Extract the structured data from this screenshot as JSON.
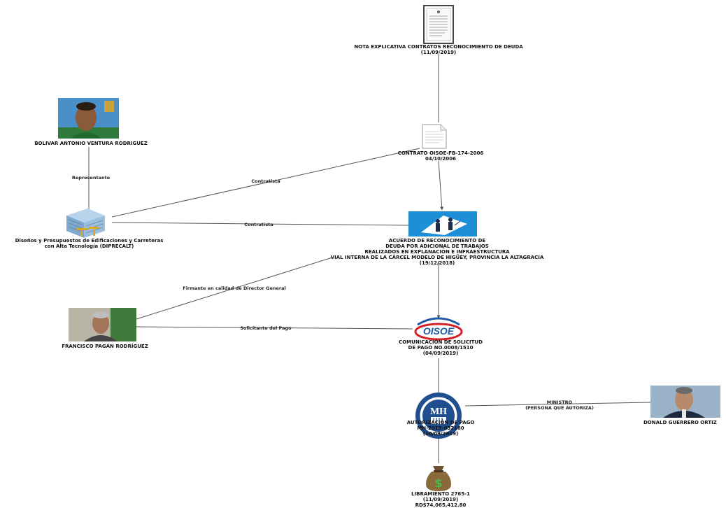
{
  "nodes": {
    "nota": {
      "label": "NOTA EXPLICATIVA CONTRATOS RECONOCIMIENTO DE DEUDA\n(11/09/2019)",
      "icon": "document-icon"
    },
    "contrato": {
      "label": "CONTRATO OISOE-FB-174-2006\n04/10/2006",
      "icon": "document-icon"
    },
    "bolivar": {
      "label": "BOLIVAR ANTONIO VENTURA RODRIGUEZ",
      "icon": "person-photo-icon"
    },
    "diprecalt": {
      "label": "Diseños y Presupuestos de Edificaciones y Carreteras\ncon Alta Tecnología (DIPRECALT)",
      "icon": "building-icon"
    },
    "acuerdo": {
      "label": "ACUERDO DE RECONOCIMIENTO DE\nDEUDA POR ADICIONAL DE TRABAJOS\nREALIZADOS EN EXPLANACIÓN E INFRAESTRUCTURA\nVIAL INTERNA DE LA CÁRCEL MODELO DE HIGÜEY, PROVINCIA LA ALTAGRACIA\n(19/12/2018)",
      "icon": "agreement-icon"
    },
    "francisco": {
      "label": "FRANCISCO PAGÁN RODRÍGUEZ",
      "icon": "person-photo-icon"
    },
    "oisoe": {
      "label": "COMUNICACIÓN DE SOLICITUD\nDE PAGO NO.0008/1510\n(04/09/2019)",
      "icon": "oisoe-logo-icon",
      "logo_text": "OISOE"
    },
    "autorizacion": {
      "label": "AUTORIZACIÓN DE PAGO\nMH-2019-032180\n(10/09/2019)",
      "icon": "mh-seal-icon",
      "logo_text": "MH"
    },
    "donald": {
      "label": "DONALD GUERRERO ORTIZ",
      "icon": "person-photo-icon"
    },
    "libramiento": {
      "label": "LIBRAMIENTO 2765-1\n(11/09/2019)\nRD$74,065,412.80",
      "icon": "money-bag-icon"
    }
  },
  "edges": {
    "representante": "Representante",
    "contratista1": "Contratista",
    "contratista2": "Contratista",
    "firmante": "Firmante en calidad de Director General",
    "solicitante": "Solicitante del Pago",
    "ministro": "MINISTRO\n(PERSONA QUE AUTORIZA)"
  },
  "colors": {
    "line": "#555555",
    "oisoe_red": "#d42027",
    "oisoe_blue": "#1d5aa6",
    "mh_blue": "#1f4f8f",
    "agreement_bg": "#1e8fd6",
    "money_bag": "#8a6a3b"
  }
}
